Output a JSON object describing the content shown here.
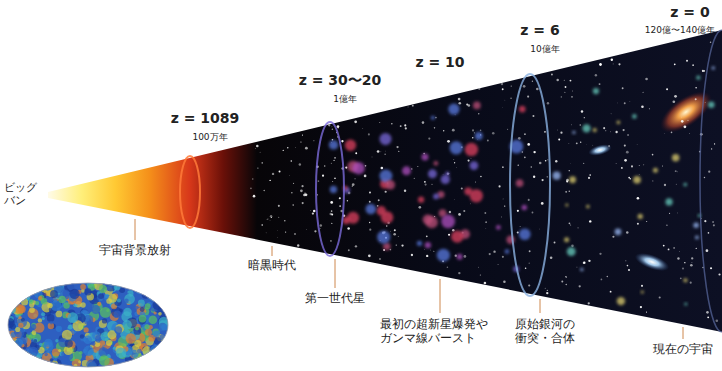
{
  "diagram": {
    "labels": [
      "ビッグバン",
      "z = 1089",
      "100万年",
      "z = 30〜20",
      "1億年",
      "z = 10",
      "z = 6",
      "10億年",
      "z = 0",
      "120億〜140億年",
      "宇宙背景放射",
      "暗黒時代",
      "第一世代星",
      "最初の超新星爆発やガンマ線バースト",
      "原始銀河の衝突・合体",
      "現在の宇宙"
    ]
  }
}
